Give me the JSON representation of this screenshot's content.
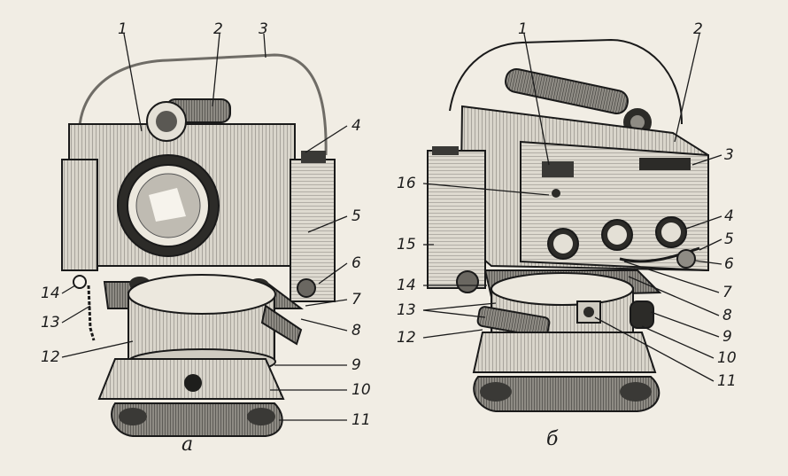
{
  "figure": {
    "colors": {
      "paper": "#f1ede4",
      "ink": "#1a1a1a",
      "mid": "#8c8a84",
      "light": "#d6d2c8",
      "dark": "#3a3936"
    },
    "panel_a": {
      "caption": "а",
      "labels": [
        "1",
        "2",
        "3",
        "4",
        "5",
        "6",
        "7",
        "8",
        "9",
        "10",
        "11",
        "12",
        "13",
        "14"
      ]
    },
    "panel_b": {
      "caption": "б",
      "labels": [
        "1",
        "2",
        "3",
        "4",
        "5",
        "6",
        "7",
        "8",
        "9",
        "10",
        "11",
        "12",
        "13",
        "14",
        "15",
        "16"
      ]
    }
  }
}
